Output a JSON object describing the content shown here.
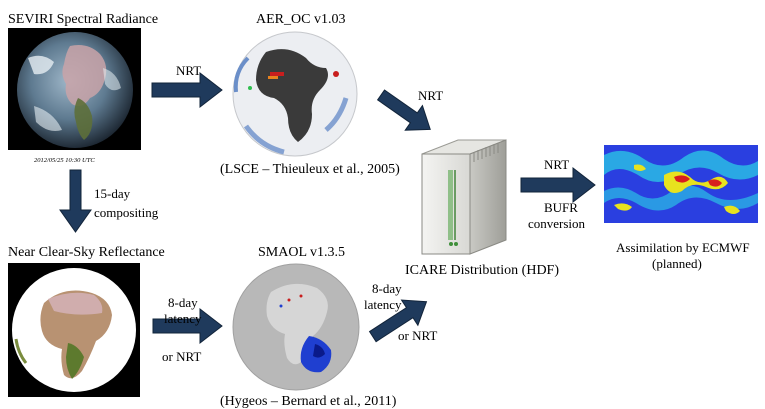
{
  "colors": {
    "arrow_fill": "#1f3a5c",
    "arrow_stroke": "#12243a",
    "ocean": "#3a3a3a",
    "land_grey": "#b8b8b8",
    "aerosol_blue": "#1f3fd0",
    "aerosol_red": "#c81e1e"
  },
  "nodes": {
    "seviri": {
      "title": "SEVIRI Spectral Radiance",
      "timestamp": "2012/05/25 10:30 UTC"
    },
    "aer_oc": {
      "title": "AER_OC v1.03",
      "reference": "(LSCE – Thieuleux et al., 2005)"
    },
    "clear_sky": {
      "title": "Near Clear-Sky Reflectance"
    },
    "smaol": {
      "title": "SMAOL v1.3.5",
      "reference": "(Hygeos – Bernard et al., 2011)"
    },
    "icare": {
      "title": "ICARE Distribution (HDF)"
    },
    "ecmwf": {
      "line1": "Assimilation by ECMWF",
      "line2": "(planned)"
    }
  },
  "edges": {
    "seviri_to_aer": {
      "label": "NRT"
    },
    "aer_to_icare": {
      "label": "NRT"
    },
    "seviri_to_clear": {
      "line1": "15-day",
      "line2": "compositing"
    },
    "clear_to_smaol": {
      "line1": "8-day",
      "line2": "latency",
      "line3": "or NRT"
    },
    "smaol_to_icare": {
      "line1": "8-day",
      "line2": "latency",
      "line3": "or NRT"
    },
    "icare_to_ecmwf": {
      "label": "NRT",
      "line1": "BUFR",
      "line2": "conversion"
    }
  }
}
